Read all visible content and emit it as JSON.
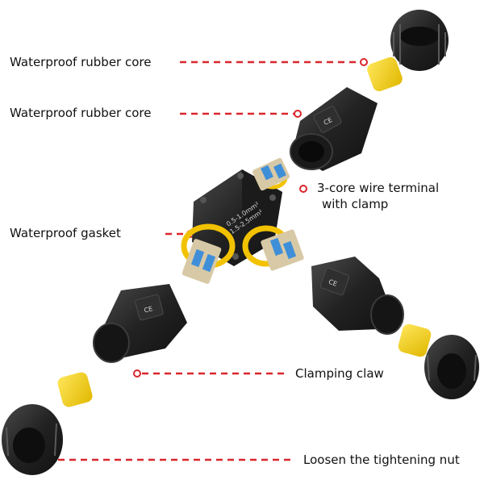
{
  "callouts": {
    "rubber_core_top": "Waterproof rubber core",
    "rubber_core_second": "Waterproof rubber core",
    "wire_terminal_line1": "3-core wire terminal",
    "wire_terminal_line2": "with clamp",
    "gasket": "Waterproof gasket",
    "clamping_claw": "Clamping claw",
    "tightening_nut": "Loosen the tightening nut"
  },
  "housing_marking": {
    "line1": "0.5-1.0mm²",
    "line2": "1.5-2.5mm²"
  },
  "colors": {
    "leader_line": "#d9262c",
    "housing": "#2b2b2b",
    "gasket": "#f2c200",
    "rubber_core": "#f7d51a",
    "terminal": "#3f8fd8"
  }
}
